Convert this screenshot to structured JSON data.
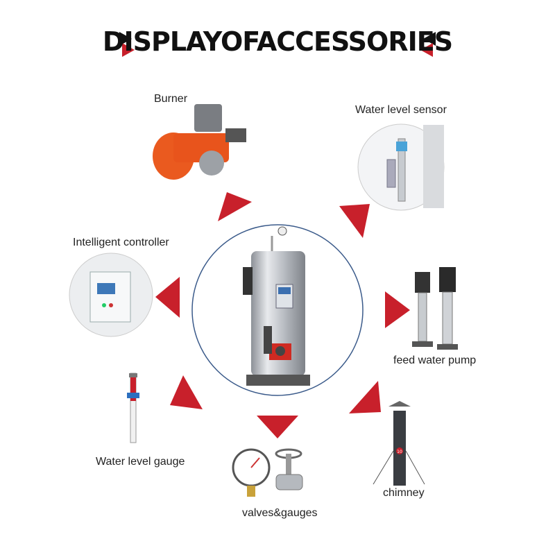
{
  "title": "DISPLAYOFACCESSORIES",
  "accessories": {
    "burner": "Burner",
    "water_level_sensor": "Water level sensor",
    "intelligent_controller": "Intelligent controller",
    "feed_water_pump": "feed water pump",
    "water_level_gauge": "Water level gauge",
    "valves_gauges": "valves&gauges",
    "chimney": "chimney"
  },
  "chimney_badge": "10",
  "colors": {
    "accent": "#c8202b",
    "title": "#111111",
    "circle": "#3a5a8a"
  }
}
